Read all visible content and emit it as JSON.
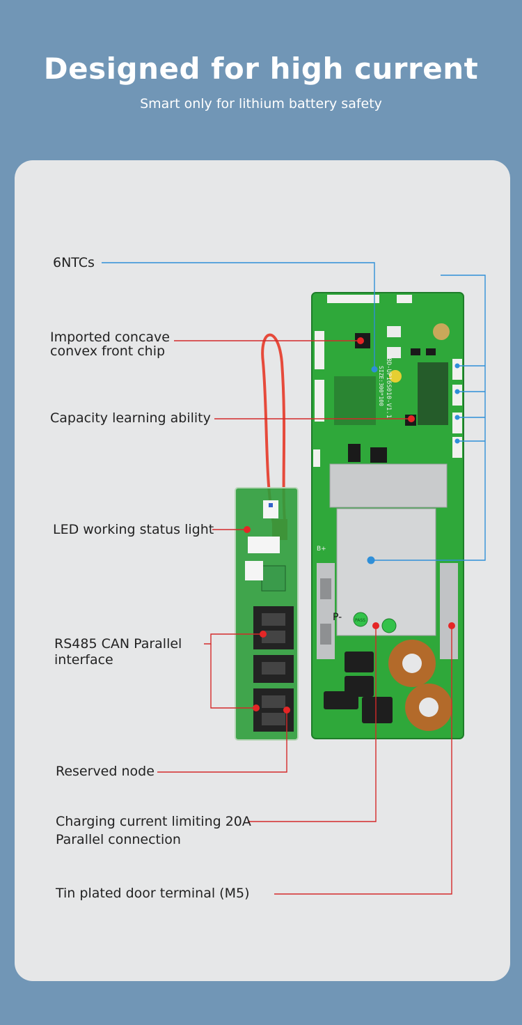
{
  "header": {
    "title": "Designed for high current",
    "subtitle": "Smart only for lithium battery safety"
  },
  "callouts": {
    "ntc": "6NTCs",
    "chip_line1": "Imported concave",
    "chip_line2": "convex front chip",
    "capacity": "Capacity learning ability",
    "led": "LED working status light",
    "rs485_line1": "RS485 CAN Parallel",
    "rs485_line2": "interface",
    "reserved": "Reserved node",
    "charging_line1": "Charging current limiting 20A",
    "charging_line2": "Parallel connection",
    "tin": "Tin plated door terminal (M5)"
  },
  "board_text": {
    "pcb_model": "JBD-UP16S010-V1.1",
    "pcb_size": "SIZE:300*100",
    "pcb_mark_p": "P-",
    "pcb_mark_b": "B+",
    "pass_sticker": "PASS"
  },
  "colors": {
    "background": "#7196b6",
    "card": "#e6e7e8",
    "pcb": "#2fa83a",
    "blue_line": "#2f8fd8",
    "red_line": "#d42a2a"
  }
}
